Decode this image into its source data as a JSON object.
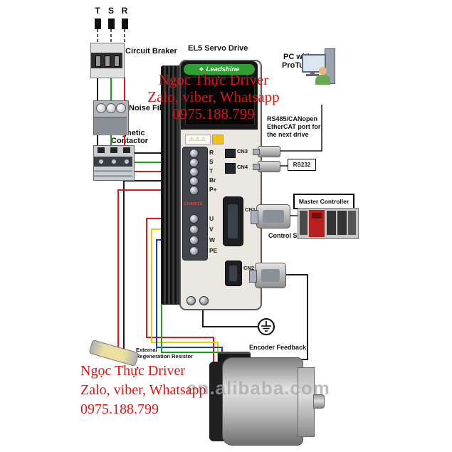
{
  "top_phases": {
    "t": "T",
    "s": "S",
    "r": "R"
  },
  "labels": {
    "circuit_braker": "Circuit Braker",
    "noise_filter": "Noise Filter",
    "magnetic_1": "Magnetic",
    "magnetic_2": "Contactor",
    "pc_1": "PC with",
    "pc_2": "ProTuner",
    "rs485_1": "RS485/CANopen",
    "rs485_2": "EtherCAT port for",
    "rs485_3": "the next drive",
    "rs232": "RS232",
    "master_controller": "Master Controller",
    "control_signal": "Control Signal",
    "encoder_feedback": "Encoder Feedback",
    "regen_1": "External",
    "regen_2": "Regeneration Resistor"
  },
  "drive": {
    "title": "EL5 Servo Drive",
    "brand": "Leadshine",
    "charge": "CHARGE",
    "warning_icons": "⚠⚠⚠",
    "terminals_power": [
      "R",
      "S",
      "T",
      "Br",
      "P+"
    ],
    "terminals_motor": [
      "U",
      "V",
      "W",
      "PE"
    ],
    "cn1": "CN1",
    "cn2": "CN2",
    "cn3": "CN3",
    "cn4": "CN4"
  },
  "watermark": {
    "line1": "Ngọc Thực Driver",
    "line2": "Zalo, viber, Whatsapp",
    "line3": "0975.188.799",
    "site": "en.alibaba.com"
  },
  "colors": {
    "wire_black": "#1a1a1a",
    "wire_red": "#e01818",
    "wire_green": "#18a018",
    "wire_blue": "#1040d0",
    "wire_yellow": "#e0cc00",
    "watermark_red": "#dd1515",
    "brand_green": "#2f9e33"
  }
}
